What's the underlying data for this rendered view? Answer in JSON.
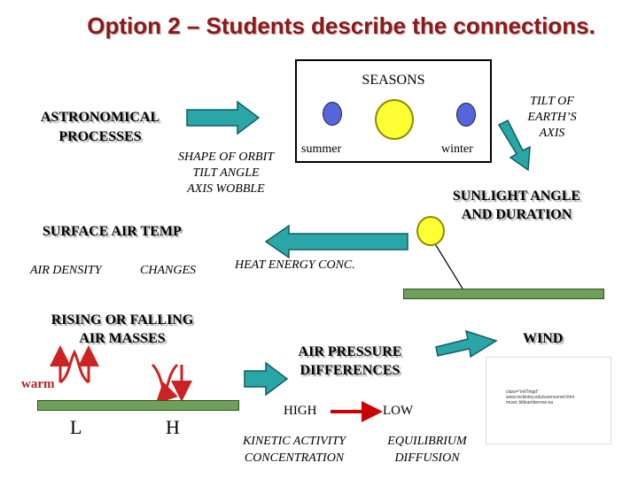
{
  "title": "Option 2 – Students describe the connections.",
  "seasons": {
    "heading": "SEASONS",
    "summer_label": "summer",
    "winter_label": "winter"
  },
  "astronomical": {
    "line1": "ASTRONOMICAL",
    "line2": "PROCESSES"
  },
  "processes_list": [
    "SHAPE OF ORBIT",
    "TILT ANGLE",
    "AXIS WOBBLE"
  ],
  "tilt": [
    "TILT OF",
    "EARTH’S",
    "AXIS"
  ],
  "sunlight": [
    "SUNLIGHT ANGLE",
    "AND DURATION"
  ],
  "surface_air_temp": "SURFACE AIR TEMP",
  "heat_energy": "HEAT ENERGY CONC.",
  "air_density": "AIR DENSITY",
  "changes": "CHANGES",
  "rising_falling": [
    "RISING OR FALLING",
    "AIR MASSES"
  ],
  "warm": "warm",
  "low_symbol": "L",
  "high_symbol": "H",
  "air_pressure": [
    "AIR PRESSURE",
    "DIFFERENCES"
  ],
  "high": "HIGH",
  "low": "LOW",
  "kinetic": [
    "KINETIC ACTIVITY",
    "CONCENTRATION"
  ],
  "equilibrium": [
    "EQUILIBRIUM",
    "DIFFUSION"
  ],
  "wind": "WIND",
  "wind_image_text": [
    "class=\"imlTrkgd\"",
    "www.mckinley.edu/sciencenet.html",
    "music bibkamberooe.ea"
  ],
  "colors": {
    "title": "#8b1a1a",
    "arrow_fill": "#2aa6a6",
    "arrow_stroke": "#0e5e66",
    "sun": "#ffff33",
    "earth": "#5566dd",
    "ground": "#6fa05a",
    "up_arrow": "#cc2222",
    "pressure_arrow": "#cc0000"
  }
}
